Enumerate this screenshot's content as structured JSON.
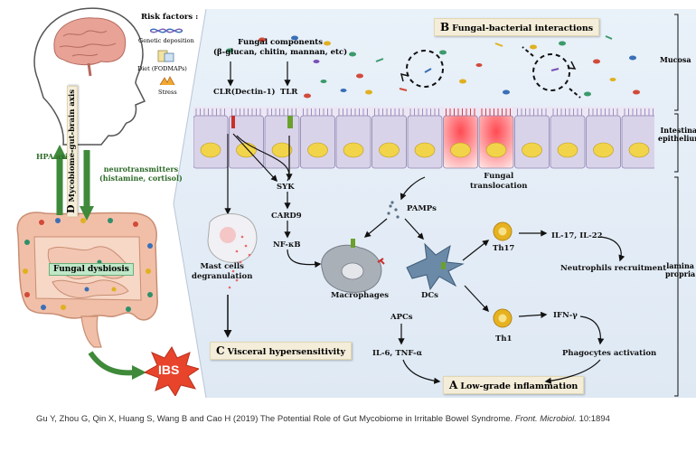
{
  "risk_factors": {
    "title": "Risk factors :",
    "items": [
      "Genetic deposition",
      "Diet (FODMAPs)",
      "Stress"
    ]
  },
  "left": {
    "hpa_axis": "HPA axis",
    "axis_label": "Mycobiome-gut-brain axis",
    "axis_letter": "D",
    "neurotransmitters": "neurotransmitters",
    "neurotransmitters_detail": "(histamine, cortisol)",
    "fungal_dysbiosis": "Fungal dysbiosis",
    "ibs": "IBS"
  },
  "panels": {
    "B": {
      "letter": "B",
      "title": "Fungal-bacterial interactions"
    },
    "C": {
      "letter": "C",
      "title": "Visceral hypersensitivity"
    },
    "A": {
      "letter": "A",
      "title": "Low-grade inflammation"
    }
  },
  "labels": {
    "fungal_components": "Fungal components",
    "fungal_components_detail": "(β-glucan, chitin, mannan, etc)",
    "clr": "CLR(Dectin-1)",
    "tlr": "TLR",
    "syk": "SYK",
    "card9": "CARD9",
    "nfkb": "NF-κB",
    "mast_cells": "Mast cells",
    "degranulation": "degranulation",
    "fungal": "Fungal",
    "translocation": "translocation",
    "pamps": "PAMPs",
    "macrophages": "Macrophages",
    "dcs": "DCs",
    "th17": "Th17",
    "il17_il22": "IL-17, IL-22",
    "neutrophils": "Neutrophils recruitment",
    "th1": "Th1",
    "ifn": "IFN-γ",
    "phagocytes": "Phagocytes activation",
    "apcs": "APCs",
    "il6_tnf": "IL-6, TNF-α"
  },
  "zones": {
    "mucosa": "Mucosa",
    "epithelium_1": "Intestinal",
    "epithelium_2": "epithelium",
    "lamina_1": "lamina",
    "lamina_2": "propria"
  },
  "caption": {
    "authors": "Gu Y, Zhou G, Qin X, Huang S, Wang B and Cao H (2019) The Potential Role of Gut Mycobiome in Irritable Bowel Syndrome.",
    "journal": "Front. Microbiol.",
    "volume": "10:1894"
  },
  "colors": {
    "panel_bg": "#e6eef7",
    "label_box": "#f3edd9",
    "villi": "#d9d3ea",
    "inflamed": "#e03a44",
    "nucleus": "#f2d44a",
    "ibs": "#e8442c",
    "th_cell": "#e7b21f",
    "green_arrow": "#3f8a3a"
  }
}
